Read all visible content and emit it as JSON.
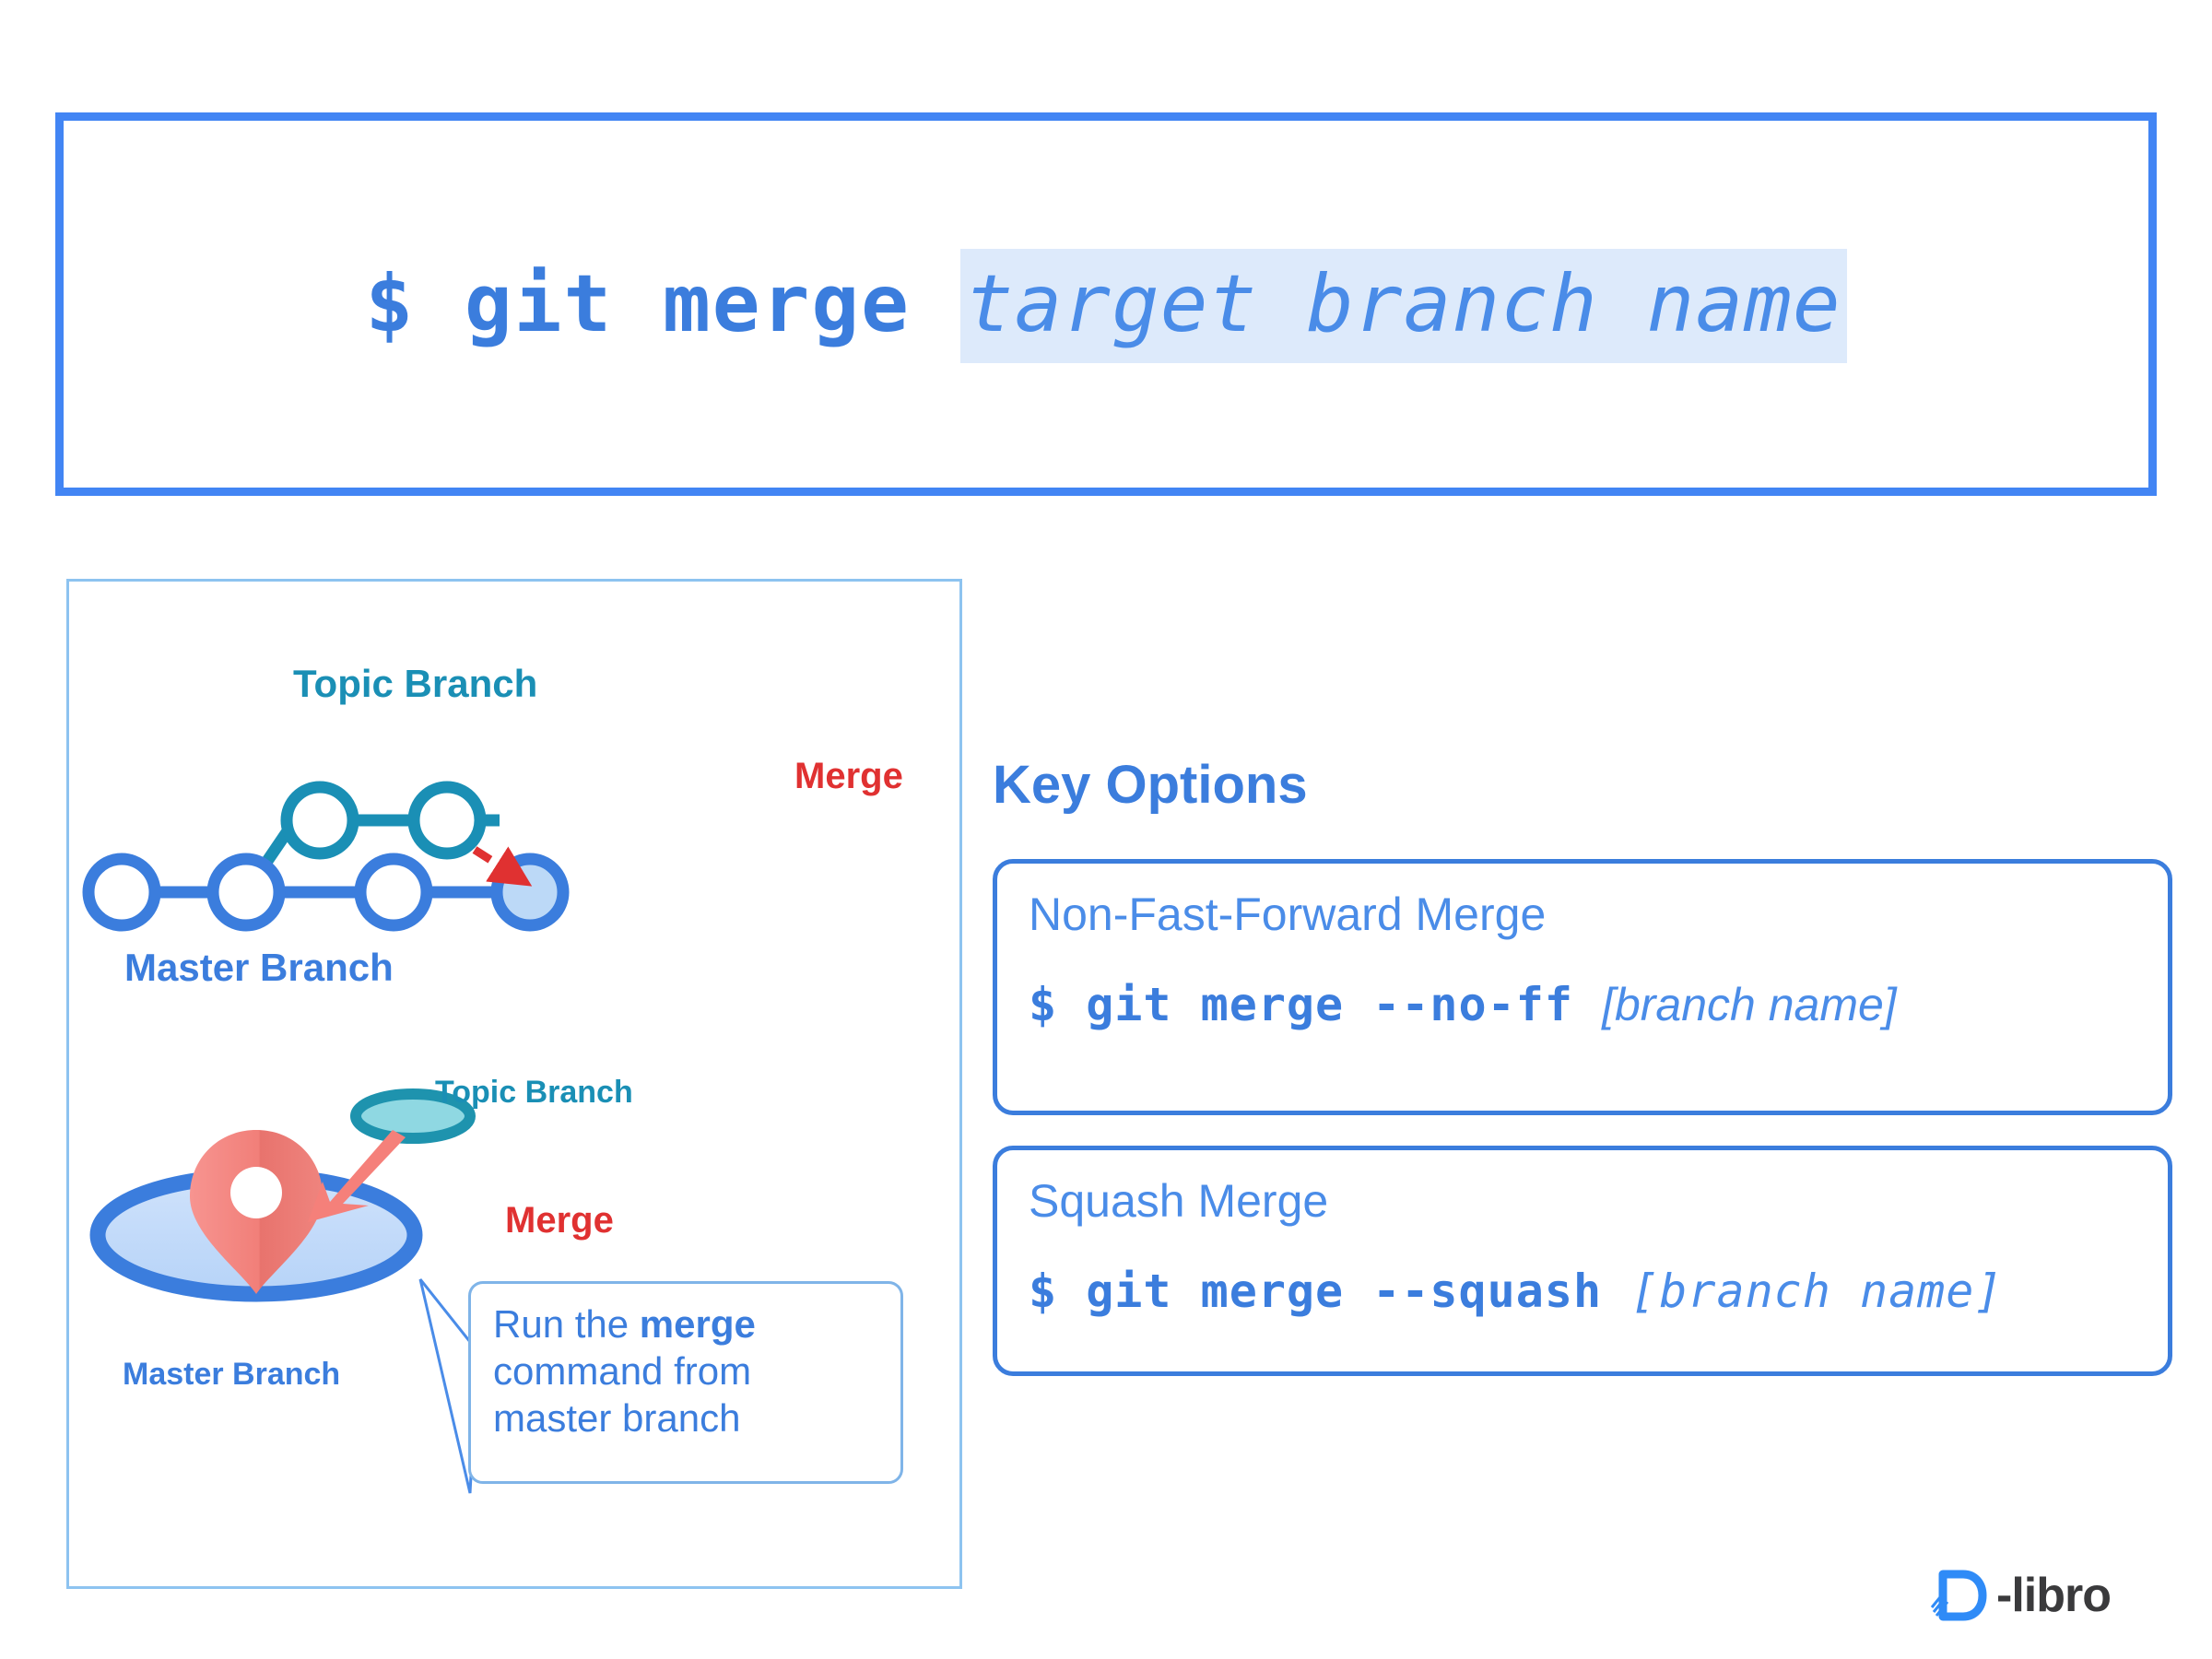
{
  "command_banner": {
    "prompt_and_command": "$ git merge ",
    "argument": "target branch name"
  },
  "diagram": {
    "top": {
      "topic_branch_label": "Topic Branch",
      "master_branch_label": "Master Branch",
      "merge_label": "Merge"
    },
    "bottom": {
      "topic_branch_label": "Topic Branch",
      "master_branch_label": "Master Branch",
      "merge_label": "Merge"
    },
    "callout": {
      "line1_prefix": "Run the ",
      "line1_bold": "merge",
      "line2": "command from",
      "line3": "master branch"
    }
  },
  "key_options": {
    "title": "Key Options",
    "items": [
      {
        "title": "Non-Fast-Forward Merge",
        "command": "$ git merge --no-ff ",
        "argument": "[branch name]"
      },
      {
        "title": "Squash Merge",
        "command": "$ git merge --squash ",
        "argument": "[branch name]"
      }
    ]
  },
  "logo": {
    "text": "-libro"
  },
  "colors": {
    "primary_blue": "#3b7ddd",
    "banner_border": "#4285f4",
    "teal": "#1a8fb5",
    "red": "#e03131",
    "salmon": "#f5807a",
    "highlight_bg": "#ddeafb",
    "panel_border": "#8dc3f0",
    "merge_node_fill": "#bcd9f7",
    "logo_text": "#3a3a3c"
  }
}
